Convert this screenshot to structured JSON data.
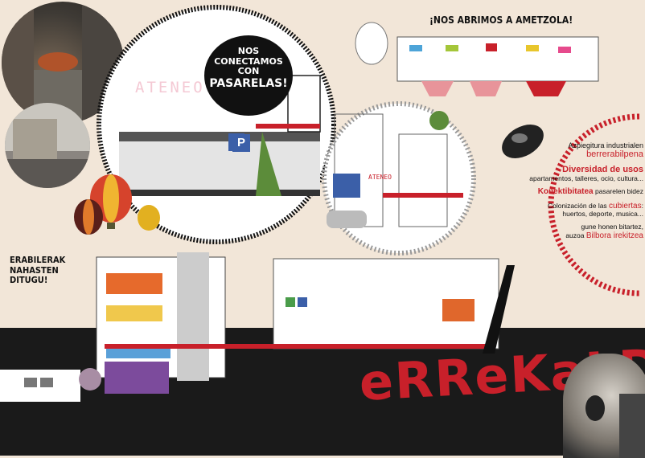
{
  "ateneo_sign": "ATENEO",
  "ateneo_sign_small": "ATENEO",
  "bubble_text": [
    "NOS",
    "CONECTAMOS CON",
    "PASARELAS!"
  ],
  "header_right": "¡NOS ABRIMOS A AMETZOLA!",
  "left_claim": [
    "ERABILERAK",
    "NAHASTEN",
    "DITUGU!"
  ],
  "parking_label": "P",
  "info_panel": {
    "line1_a": "Azpiegitura industrialen",
    "line1_b": "berrerabilpena",
    "line2_a": "Diversidad de usos",
    "line2_b": "apartamentos, talleres, ocio, cultura...",
    "line3_a": "Konektibitatea",
    "line3_b": " pasarelen bidez",
    "line4_a": "Colonización de las ",
    "line4_b": "cubiertas",
    "line4_c": ":",
    "line4_d": "huertos, deporte, musica...",
    "line5_a": "gune honen bitartez,",
    "line5_b": "auzoa ",
    "line5_c": "Bilbora irekitzea"
  },
  "title_big": "eRReKaLDeRa!",
  "colors": {
    "background": "#f2e6d8",
    "accent_red": "#c8202a",
    "ink": "#111111",
    "ground": "#1a1a1a"
  }
}
